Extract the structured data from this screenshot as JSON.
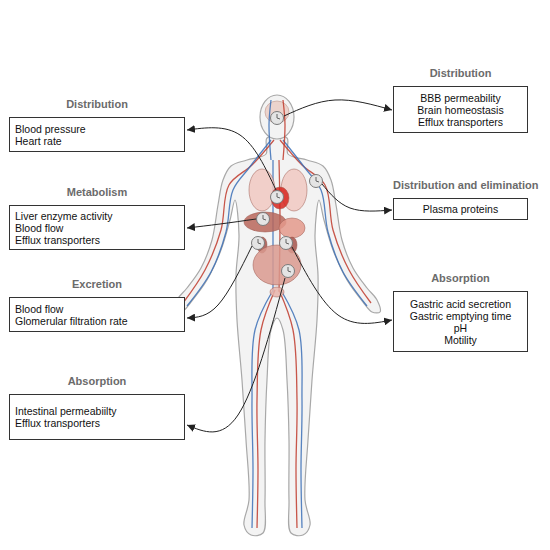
{
  "diagram": {
    "nodes": [
      {
        "text": [
          "Distribution",
          "BBB permeability Brain homeostasis Efflux transporters"
        ]
      },
      {
        "text": [
          "Distribution",
          "Blood pressure Heart rate"
        ]
      },
      {
        "text": [
          "Metabolism",
          "Liver enzyme activity Blood flow Efflux transporters"
        ]
      },
      {
        "text": [
          "Distribution and elimination",
          "Plasma proteins"
        ]
      },
      {
        "text": [
          "Excretion",
          "Blood flow Glomerular filtration rate"
        ]
      },
      {
        "text": [
          "Absorption",
          "Gastric acid secretion Gastric emptying time pH Motility"
        ]
      },
      {
        "text": [
          "Absorption",
          "Intestinal permeabiilty Efflux transporters"
        ]
      }
    ]
  }
}
